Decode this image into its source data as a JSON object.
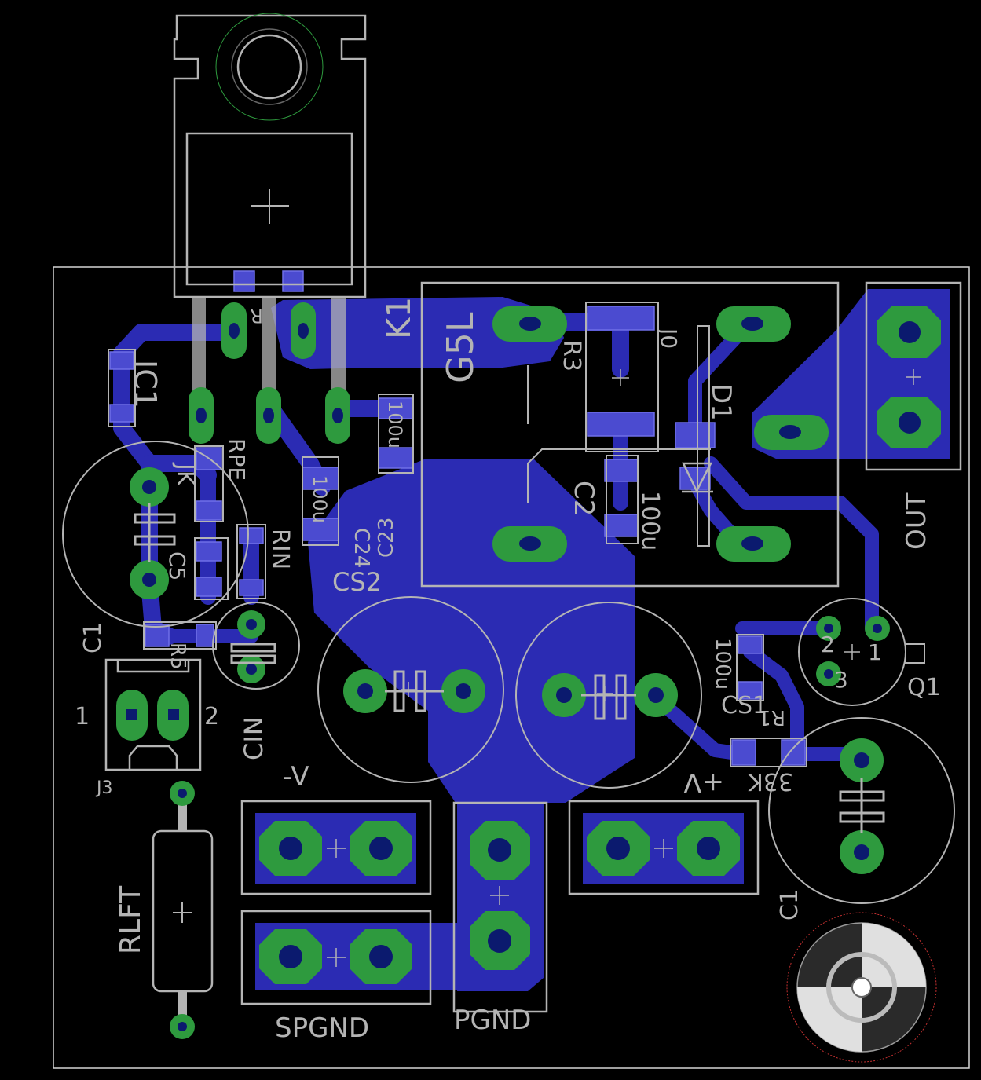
{
  "labels": {
    "k1": "K1",
    "g5l": "G5L",
    "r3": "R3",
    "j0": "J0",
    "d1": "D1",
    "c2": "C2",
    "c2_value": "100u",
    "out": "OUT",
    "ic1": "IC1",
    "jk": "JK",
    "rpe": "RPE",
    "rin": "RIN",
    "r5": "R5",
    "c23": "C23",
    "c23_value": "100u",
    "c24": "C24",
    "c24_value": "100u",
    "cs2": "CS2",
    "c1_left": "C1",
    "c5": "C5",
    "cin": "CIN",
    "j3": "J3",
    "j3_pin1": "1",
    "j3_pin2": "2",
    "q1": "Q1",
    "q1_pin1": "1",
    "q1_pin2": "2",
    "q1_pin3": "3",
    "cs1": "CS1",
    "r1": "R1",
    "r1_value": "33K",
    "c3_value": "100u",
    "c1_right": "C1",
    "minus_v": "-V",
    "plus_v": "+V",
    "rlft": "RLFT",
    "spgnd": "SPGND",
    "pgnd": "PGND",
    "r_top": "R"
  },
  "colors": {
    "background": "#000000",
    "copper": "#2b2bb3",
    "pad": "#2e9a3e",
    "silkscreen": "#b4b4b4",
    "outline": "#d6d6d6"
  }
}
